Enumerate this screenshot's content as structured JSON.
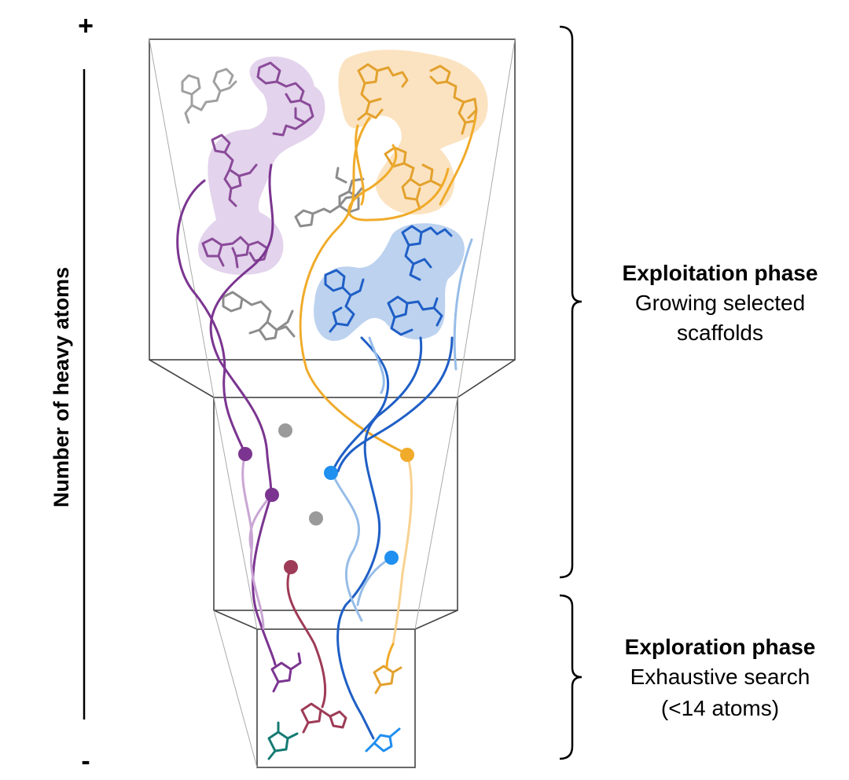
{
  "axis": {
    "plus_sign": "+",
    "minus_sign": "-",
    "label": "Number of heavy atoms"
  },
  "phases": {
    "exploitation": {
      "title": "Exploitation phase",
      "line1": "Growing selected",
      "line2": "scaffolds"
    },
    "exploration": {
      "title": "Exploration phase",
      "line1": "Exhaustive search",
      "line2": "(<14 atoms)"
    }
  },
  "colors": {
    "purple": "#7b3590",
    "purple_light": "#c9a6d4",
    "purple_cluster": "#e3d3ec",
    "orange": "#f0ab2a",
    "orange_light": "#f8d28f",
    "orange_cluster": "#fbe3c1",
    "blue": "#1f5fc6",
    "blue_light": "#97bde8",
    "blue_bright": "#1f8ff0",
    "blue_cluster": "#bcd2ef",
    "gray": "#9a9a9a",
    "maroon": "#9e3b56",
    "teal": "#167a73",
    "frame": "#444444"
  }
}
